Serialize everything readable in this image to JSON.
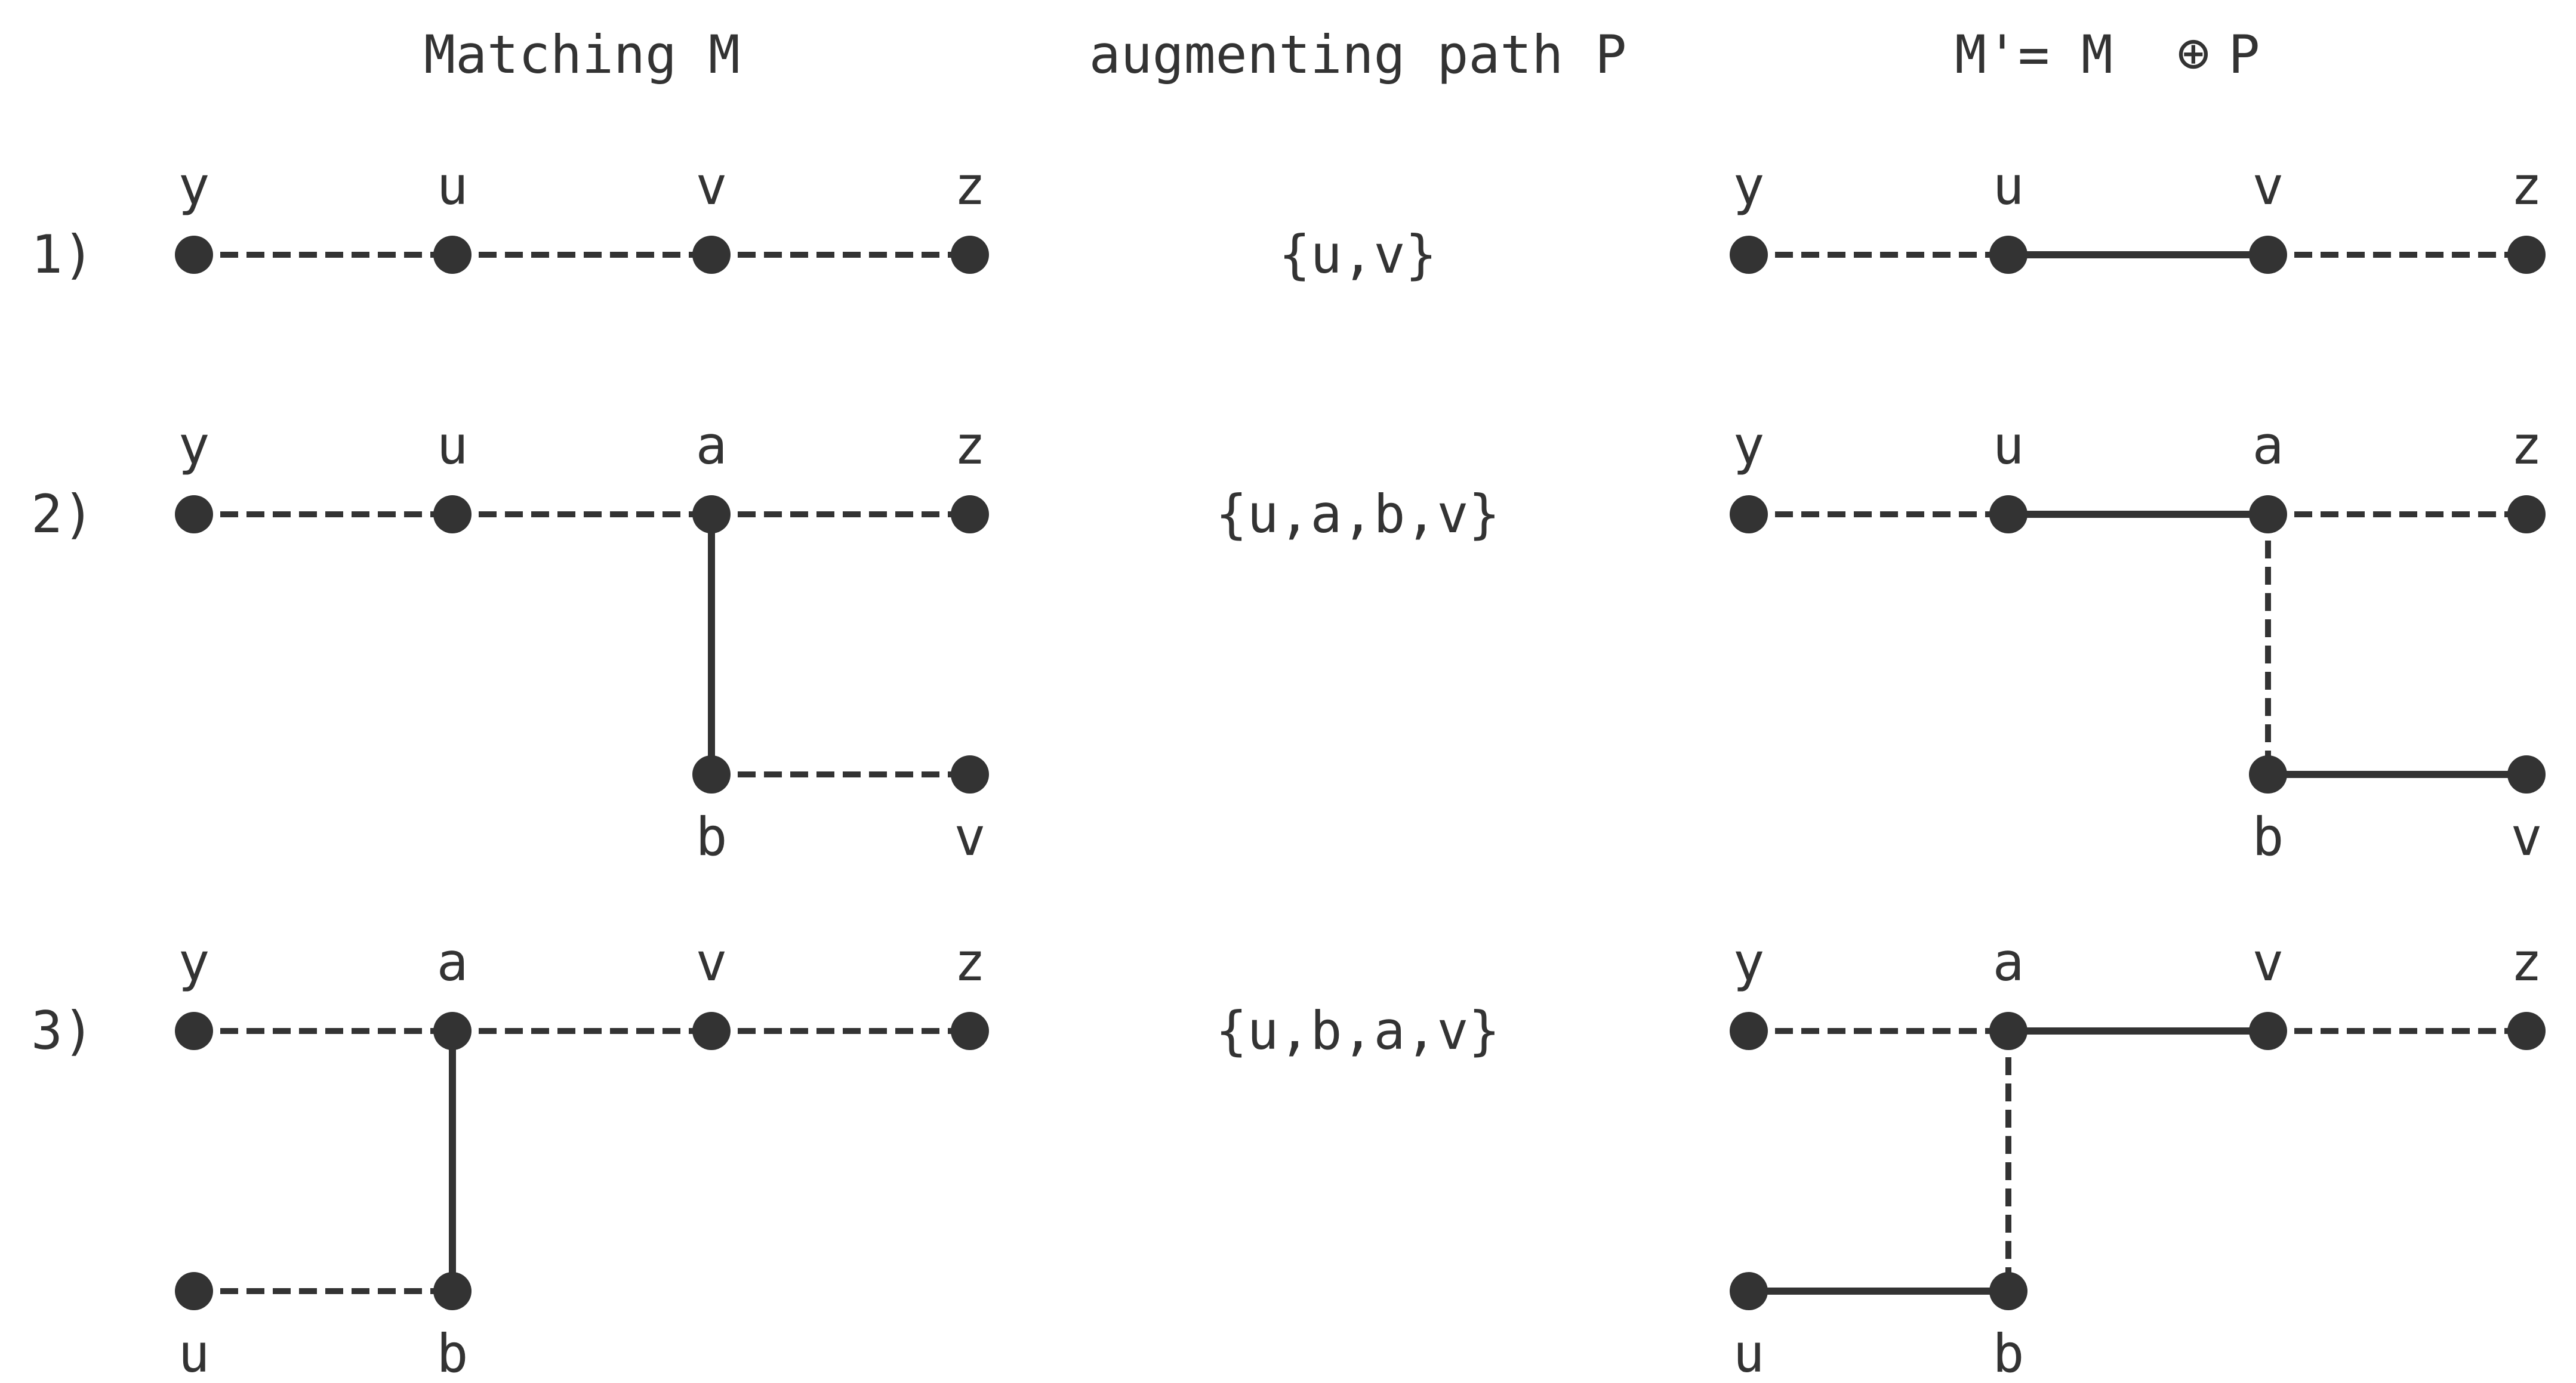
{
  "headers": {
    "matching": "Matching M",
    "augmenting": "augmenting path P",
    "result": "M'= M",
    "result_oplus": "⊕",
    "result_p": "P"
  },
  "rows": [
    {
      "id": "1",
      "label": "1)",
      "path": "{u,v}",
      "left": {
        "nodes": [
          {
            "id": "y",
            "label": "y"
          },
          {
            "id": "u",
            "label": "u"
          },
          {
            "id": "v",
            "label": "v"
          },
          {
            "id": "z",
            "label": "z"
          }
        ],
        "edges": [
          {
            "from": "y",
            "to": "u",
            "matched": false
          },
          {
            "from": "u",
            "to": "v",
            "matched": false
          },
          {
            "from": "v",
            "to": "z",
            "matched": false
          }
        ]
      },
      "right": {
        "nodes": [
          {
            "id": "y",
            "label": "y"
          },
          {
            "id": "u",
            "label": "u"
          },
          {
            "id": "v",
            "label": "v"
          },
          {
            "id": "z",
            "label": "z"
          }
        ],
        "edges": [
          {
            "from": "y",
            "to": "u",
            "matched": false
          },
          {
            "from": "u",
            "to": "v",
            "matched": true
          },
          {
            "from": "v",
            "to": "z",
            "matched": false
          }
        ]
      }
    },
    {
      "id": "2",
      "label": "2)",
      "path": "{u,a,b,v}",
      "left": {
        "nodes": [
          {
            "id": "y",
            "label": "y"
          },
          {
            "id": "u",
            "label": "u"
          },
          {
            "id": "a",
            "label": "a"
          },
          {
            "id": "z",
            "label": "z"
          },
          {
            "id": "b",
            "label": "b"
          },
          {
            "id": "v",
            "label": "v"
          }
        ],
        "edges": [
          {
            "from": "y",
            "to": "u",
            "matched": false
          },
          {
            "from": "u",
            "to": "a",
            "matched": false
          },
          {
            "from": "a",
            "to": "z",
            "matched": false
          },
          {
            "from": "a",
            "to": "b",
            "matched": true
          },
          {
            "from": "b",
            "to": "v",
            "matched": false
          }
        ]
      },
      "right": {
        "nodes": [
          {
            "id": "y",
            "label": "y"
          },
          {
            "id": "u",
            "label": "u"
          },
          {
            "id": "a",
            "label": "a"
          },
          {
            "id": "z",
            "label": "z"
          },
          {
            "id": "b",
            "label": "b"
          },
          {
            "id": "v",
            "label": "v"
          }
        ],
        "edges": [
          {
            "from": "y",
            "to": "u",
            "matched": false
          },
          {
            "from": "u",
            "to": "a",
            "matched": true
          },
          {
            "from": "a",
            "to": "z",
            "matched": false
          },
          {
            "from": "a",
            "to": "b",
            "matched": false
          },
          {
            "from": "b",
            "to": "v",
            "matched": true
          }
        ]
      }
    },
    {
      "id": "3",
      "label": "3)",
      "path": "{u,b,a,v}",
      "left": {
        "nodes": [
          {
            "id": "y",
            "label": "y"
          },
          {
            "id": "a",
            "label": "a"
          },
          {
            "id": "v",
            "label": "v"
          },
          {
            "id": "z",
            "label": "z"
          },
          {
            "id": "u",
            "label": "u"
          },
          {
            "id": "b",
            "label": "b"
          }
        ],
        "edges": [
          {
            "from": "y",
            "to": "a",
            "matched": false
          },
          {
            "from": "a",
            "to": "v",
            "matched": false
          },
          {
            "from": "v",
            "to": "z",
            "matched": false
          },
          {
            "from": "a",
            "to": "b",
            "matched": true
          },
          {
            "from": "u",
            "to": "b",
            "matched": false
          }
        ]
      },
      "right": {
        "nodes": [
          {
            "id": "y",
            "label": "y"
          },
          {
            "id": "a",
            "label": "a"
          },
          {
            "id": "v",
            "label": "v"
          },
          {
            "id": "z",
            "label": "z"
          },
          {
            "id": "u",
            "label": "u"
          },
          {
            "id": "b",
            "label": "b"
          }
        ],
        "edges": [
          {
            "from": "y",
            "to": "a",
            "matched": false
          },
          {
            "from": "a",
            "to": "v",
            "matched": true
          },
          {
            "from": "v",
            "to": "z",
            "matched": false
          },
          {
            "from": "a",
            "to": "b",
            "matched": false
          },
          {
            "from": "u",
            "to": "b",
            "matched": true
          }
        ]
      }
    }
  ]
}
